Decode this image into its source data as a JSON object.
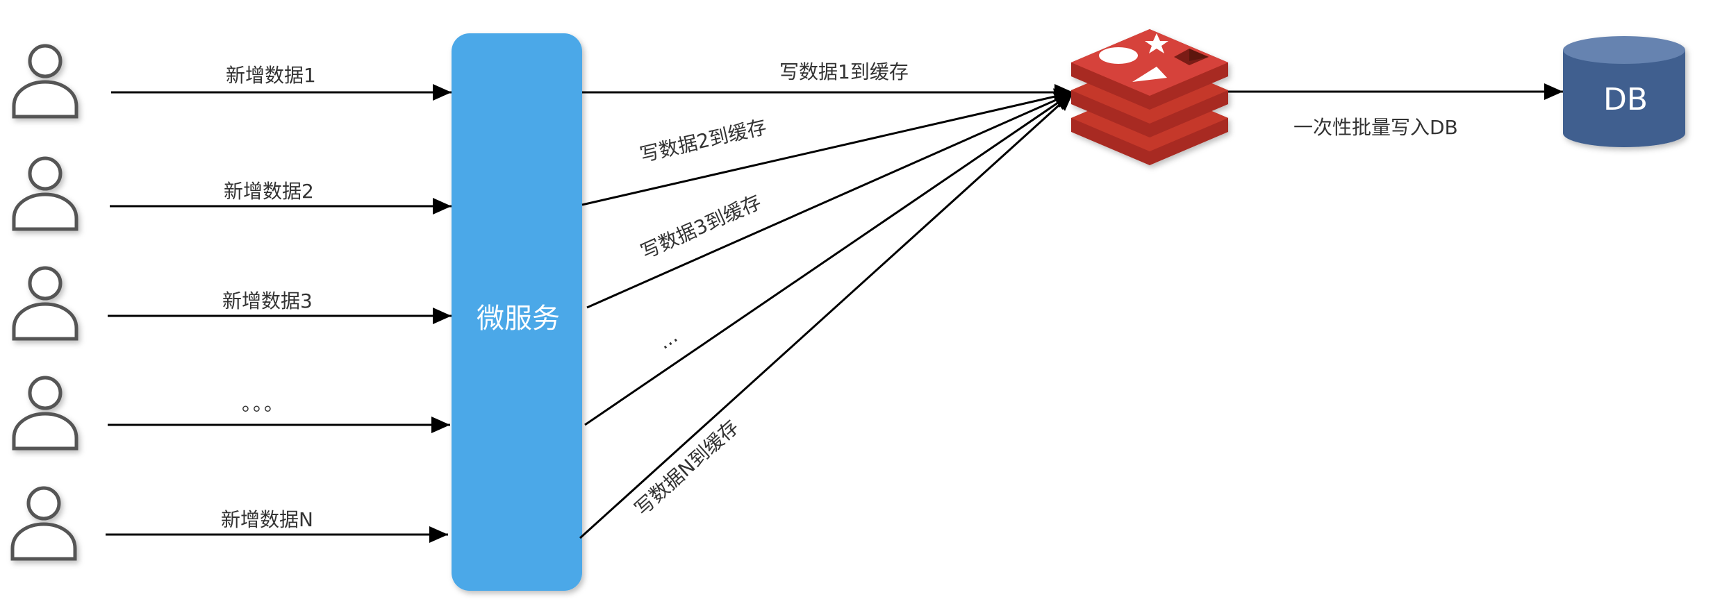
{
  "colors": {
    "microservice": "#4BA8E8",
    "redis": "#C5372C",
    "db": "#3F5F8F",
    "arrow": "#000000",
    "user": "#555555"
  },
  "users": [
    {
      "label": "新增数据1"
    },
    {
      "label": "新增数据2"
    },
    {
      "label": "新增数据3"
    },
    {
      "label": "。。。"
    },
    {
      "label": "新增数据N"
    }
  ],
  "microservice": {
    "label": "微服务"
  },
  "cache_writes": [
    {
      "label": "写数据1到缓存"
    },
    {
      "label": "写数据2到缓存"
    },
    {
      "label": "写数据3到缓存"
    },
    {
      "label": "..."
    },
    {
      "label": "写数据N到缓存"
    }
  ],
  "redis": {
    "icon": "redis-logo-icon"
  },
  "batch": {
    "label": "一次性批量写入DB"
  },
  "db": {
    "label": "DB",
    "icon": "database-icon"
  }
}
